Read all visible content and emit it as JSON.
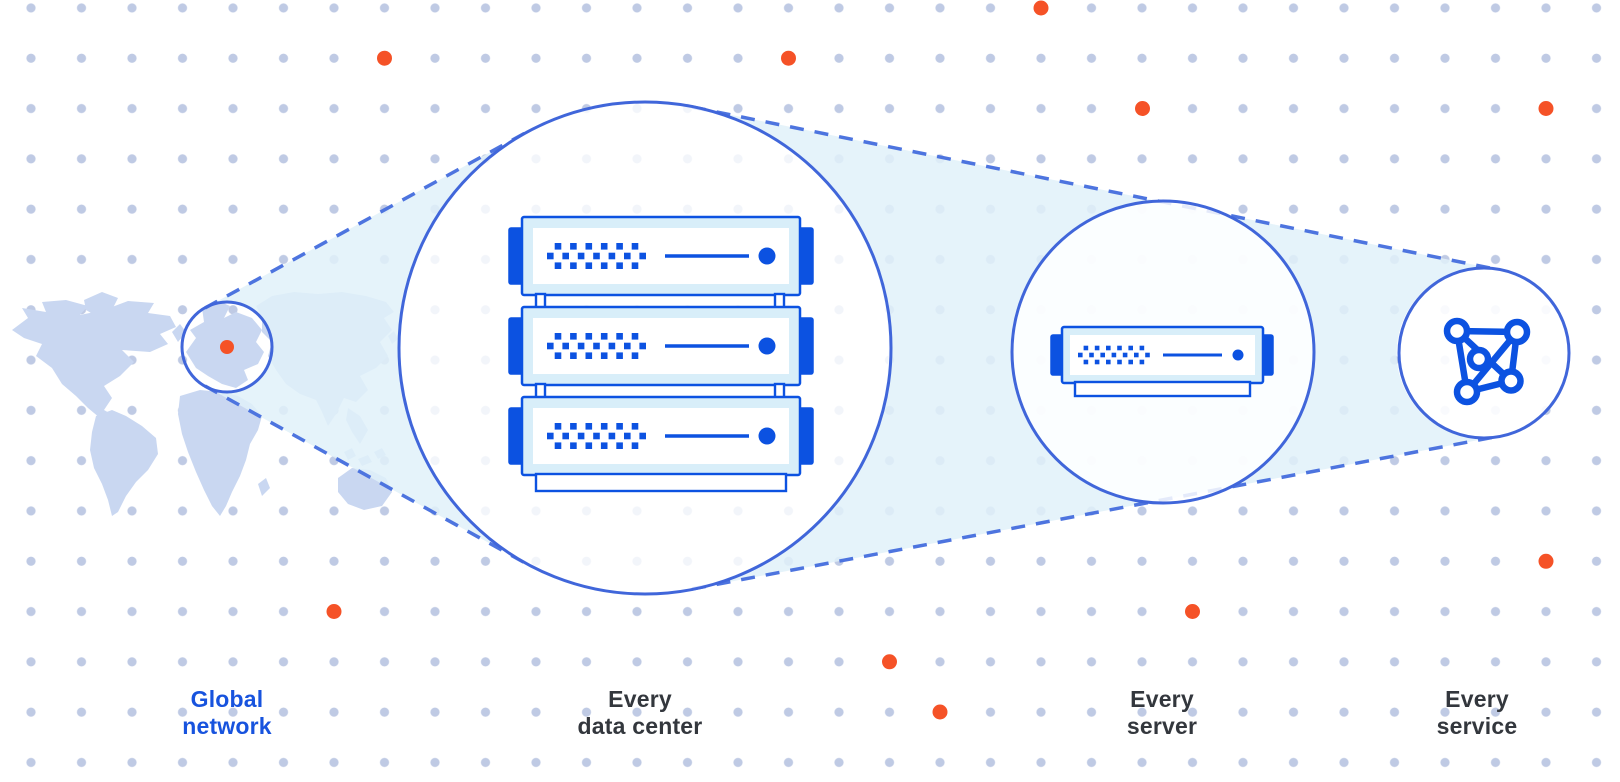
{
  "palette": {
    "accent_blue": "#0C52E1",
    "circle_stroke_blue": "#4066DA",
    "dash_blue": "#4D74DF",
    "cone_cyan": "#E0F1F9",
    "server_frame_cyan": "#D8EEF9",
    "map_blue": "#C9D7F1",
    "grid_dot_gray": "#BFCAE4",
    "orange": "#F55227",
    "label_dark": "#33373D",
    "label_blue": "#1753DE"
  },
  "diagram": {
    "steps": [
      {
        "id": "global-network",
        "line1": "Global",
        "line2": "network",
        "icon": "world-map-icon"
      },
      {
        "id": "every-data-center",
        "line1": "Every",
        "line2": "data center",
        "icon": "server-stack-icon"
      },
      {
        "id": "every-server",
        "line1": "Every",
        "line2": "server",
        "icon": "server-icon"
      },
      {
        "id": "every-service",
        "line1": "Every",
        "line2": "service",
        "icon": "network-nodes-icon"
      }
    ]
  }
}
